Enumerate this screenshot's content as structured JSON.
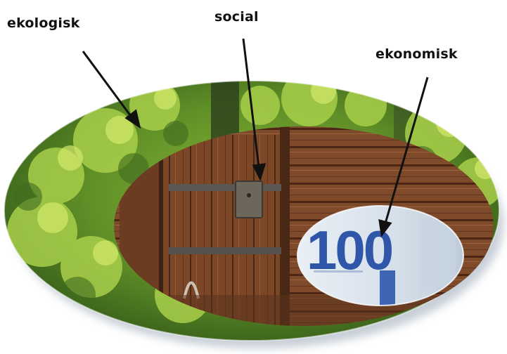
{
  "labels": {
    "ecological": "ekologisk",
    "social": "social",
    "economic": "ekonomisk"
  },
  "banknote": {
    "denomination": "100"
  }
}
